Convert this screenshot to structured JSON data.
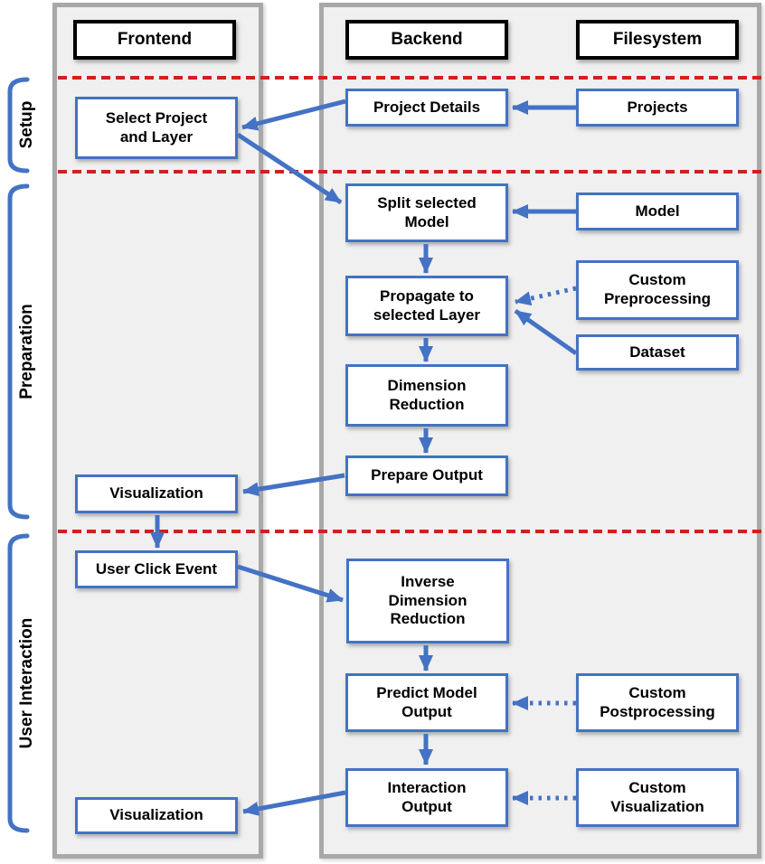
{
  "diagram": {
    "columns": [
      {
        "id": "frontend",
        "label": "Frontend"
      },
      {
        "id": "backend",
        "label": "Backend"
      },
      {
        "id": "filesystem",
        "label": "Filesystem"
      }
    ],
    "phases": [
      {
        "id": "setup",
        "label": "Setup"
      },
      {
        "id": "preparation",
        "label": "Preparation"
      },
      {
        "id": "user-interaction",
        "label": "User Interaction"
      }
    ],
    "nodes": [
      {
        "id": "select-project",
        "column": "frontend",
        "phase": "setup",
        "label": "Select Project\nand Layer"
      },
      {
        "id": "project-details",
        "column": "backend",
        "phase": "setup",
        "label": "Project Details"
      },
      {
        "id": "projects",
        "column": "filesystem",
        "phase": "setup",
        "label": "Projects"
      },
      {
        "id": "split-model",
        "column": "backend",
        "phase": "preparation",
        "label": "Split selected\nModel"
      },
      {
        "id": "model",
        "column": "filesystem",
        "phase": "preparation",
        "label": "Model"
      },
      {
        "id": "propagate",
        "column": "backend",
        "phase": "preparation",
        "label": "Propagate to\nselected Layer"
      },
      {
        "id": "custom-preprocessing",
        "column": "filesystem",
        "phase": "preparation",
        "label": "Custom\nPreprocessing"
      },
      {
        "id": "dataset",
        "column": "filesystem",
        "phase": "preparation",
        "label": "Dataset"
      },
      {
        "id": "dim-reduction",
        "column": "backend",
        "phase": "preparation",
        "label": "Dimension\nReduction"
      },
      {
        "id": "prepare-output",
        "column": "backend",
        "phase": "preparation",
        "label": "Prepare Output"
      },
      {
        "id": "visualization-1",
        "column": "frontend",
        "phase": "preparation",
        "label": "Visualization"
      },
      {
        "id": "user-click",
        "column": "frontend",
        "phase": "user-interaction",
        "label": "User Click Event"
      },
      {
        "id": "inverse-dim",
        "column": "backend",
        "phase": "user-interaction",
        "label": "Inverse\nDimension\nReduction"
      },
      {
        "id": "predict-output",
        "column": "backend",
        "phase": "user-interaction",
        "label": "Predict Model\nOutput"
      },
      {
        "id": "custom-postprocessing",
        "column": "filesystem",
        "phase": "user-interaction",
        "label": "Custom\nPostprocessing"
      },
      {
        "id": "interaction-output",
        "column": "backend",
        "phase": "user-interaction",
        "label": "Interaction\nOutput"
      },
      {
        "id": "custom-visualization",
        "column": "filesystem",
        "phase": "user-interaction",
        "label": "Custom\nVisualization"
      },
      {
        "id": "visualization-2",
        "column": "frontend",
        "phase": "user-interaction",
        "label": "Visualization"
      }
    ],
    "edges": [
      {
        "from": "projects",
        "to": "project-details",
        "style": "solid"
      },
      {
        "from": "project-details",
        "to": "select-project",
        "style": "solid"
      },
      {
        "from": "select-project",
        "to": "split-model",
        "style": "solid"
      },
      {
        "from": "model",
        "to": "split-model",
        "style": "solid"
      },
      {
        "from": "split-model",
        "to": "propagate",
        "style": "solid"
      },
      {
        "from": "custom-preprocessing",
        "to": "propagate",
        "style": "dotted"
      },
      {
        "from": "dataset",
        "to": "propagate",
        "style": "solid"
      },
      {
        "from": "propagate",
        "to": "dim-reduction",
        "style": "solid"
      },
      {
        "from": "dim-reduction",
        "to": "prepare-output",
        "style": "solid"
      },
      {
        "from": "prepare-output",
        "to": "visualization-1",
        "style": "solid"
      },
      {
        "from": "visualization-1",
        "to": "user-click",
        "style": "solid"
      },
      {
        "from": "user-click",
        "to": "inverse-dim",
        "style": "solid"
      },
      {
        "from": "inverse-dim",
        "to": "predict-output",
        "style": "solid"
      },
      {
        "from": "custom-postprocessing",
        "to": "predict-output",
        "style": "dotted"
      },
      {
        "from": "predict-output",
        "to": "interaction-output",
        "style": "solid"
      },
      {
        "from": "custom-visualization",
        "to": "interaction-output",
        "style": "dotted"
      },
      {
        "from": "interaction-output",
        "to": "visualization-2",
        "style": "solid"
      }
    ],
    "colors": {
      "node_border": "#4472c4",
      "arrow": "#4472c4",
      "bracket": "#4472c4",
      "phase_divider": "#d02020",
      "lane_border": "#a8a8a8",
      "lane_fill": "#f0f0f0",
      "header_border": "#000000"
    }
  }
}
